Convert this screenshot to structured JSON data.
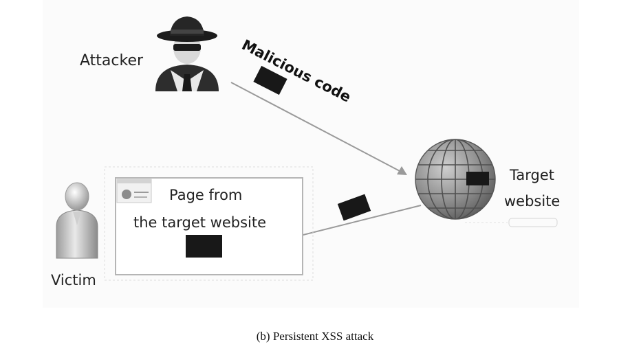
{
  "diagram": {
    "attacker_label": "Attacker",
    "malicious_code_label": "Malicious code",
    "target_label_line1": "Target",
    "target_label_line2": "website",
    "page_label_line1": "Page from",
    "page_label_line2": "the target website",
    "victim_label": "Victim",
    "caption": "(b)  Persistent XSS attack"
  },
  "icons": {
    "attacker": "spy-icon",
    "globe": "globe-icon",
    "victim": "person-icon",
    "browser": "browser-window-icon",
    "payload": "code-block-icon"
  },
  "colors": {
    "payload": "#181818",
    "globe": "#8f8f8f",
    "arrow": "#9a9a9a",
    "panel": "#fbfbfb"
  }
}
